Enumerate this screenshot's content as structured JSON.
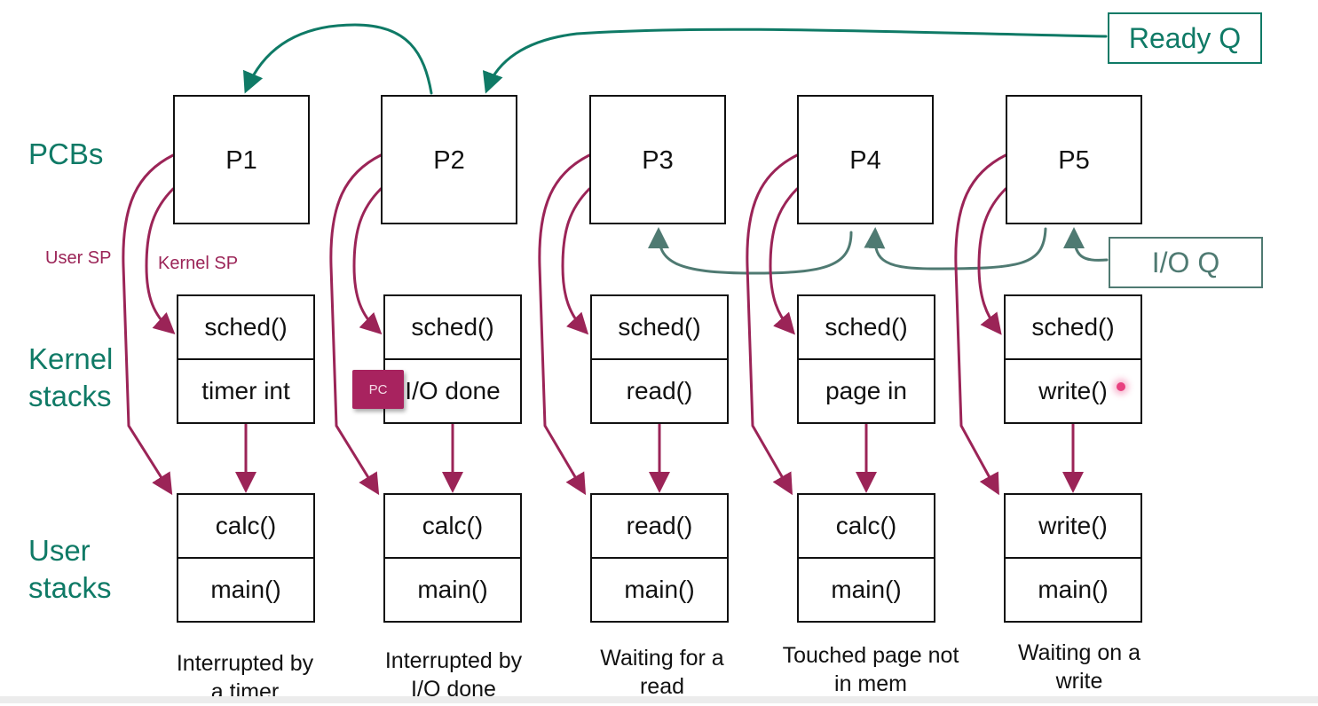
{
  "row_labels": {
    "pcbs": "PCBs",
    "kernel_stacks": [
      "Kernel",
      "stacks"
    ],
    "user_stacks": [
      "User",
      "stacks"
    ]
  },
  "pointer_labels": {
    "user_sp": "User SP",
    "kernel_sp": "Kernel SP"
  },
  "queues": {
    "ready": "Ready Q",
    "io": "I/O Q"
  },
  "processes": [
    {
      "name": "P1",
      "kernel_stack": [
        "sched()",
        "timer int"
      ],
      "user_stack": [
        "calc()",
        "main()"
      ],
      "caption": [
        "Interrupted by",
        "a timer"
      ],
      "queue": "ready"
    },
    {
      "name": "P2",
      "kernel_stack": [
        "sched()",
        "I/O done"
      ],
      "user_stack": [
        "calc()",
        "main()"
      ],
      "caption": [
        "Interrupted by",
        "I/O done"
      ],
      "queue": "ready"
    },
    {
      "name": "P3",
      "kernel_stack": [
        "sched()",
        "read()"
      ],
      "user_stack": [
        "read()",
        "main()"
      ],
      "caption": [
        "Waiting for a",
        "read"
      ],
      "queue": "io"
    },
    {
      "name": "P4",
      "kernel_stack": [
        "sched()",
        "page in"
      ],
      "user_stack": [
        "calc()",
        "main()"
      ],
      "caption": [
        "Touched page not",
        "in mem"
      ],
      "queue": "io"
    },
    {
      "name": "P5",
      "kernel_stack": [
        "sched()",
        "write()"
      ],
      "user_stack": [
        "write()",
        "main()"
      ],
      "caption": [
        "Waiting on a",
        "write"
      ],
      "queue": "io"
    }
  ],
  "overlay": {
    "pc_badge": "PC"
  },
  "colors": {
    "teal": "#0f7a66",
    "io_gray_teal": "#4f7a72",
    "pointer_magenta": "#9b2457",
    "badge": "#a8235f"
  }
}
